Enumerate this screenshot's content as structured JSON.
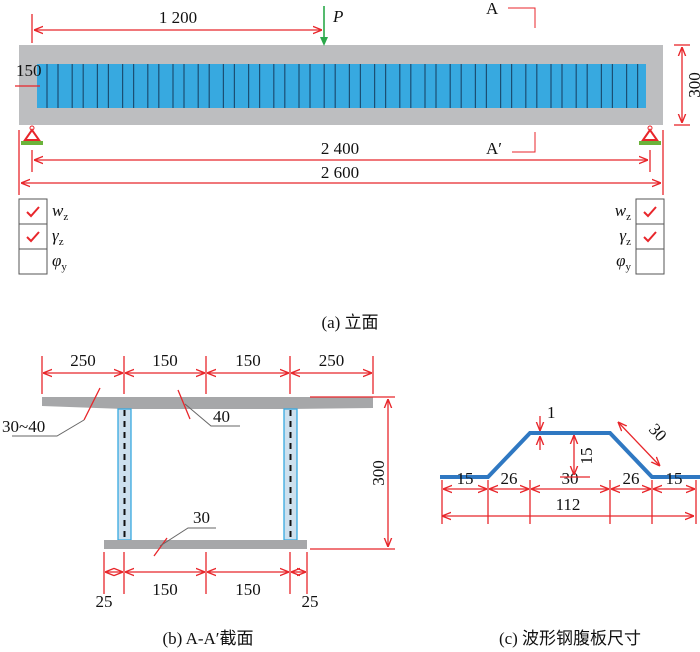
{
  "elevation": {
    "dims": {
      "load_pos": "1 200",
      "span": "2 400",
      "total": "2 600",
      "end": "150",
      "height": "300"
    },
    "load": "P",
    "section_top": "A",
    "section_bottom": "A′",
    "left_checks": [
      {
        "label": "w",
        "sub": "z",
        "checked": true
      },
      {
        "label": "γ",
        "sub": "z",
        "checked": true
      },
      {
        "label": "φ",
        "sub": "y",
        "checked": false
      }
    ],
    "right_checks": [
      {
        "label": "w",
        "sub": "z",
        "checked": true
      },
      {
        "label": "γ",
        "sub": "z",
        "checked": true
      },
      {
        "label": "φ",
        "sub": "y",
        "checked": false
      }
    ],
    "caption": "(a)  立面"
  },
  "section": {
    "top_dims": [
      "250",
      "150",
      "150",
      "250"
    ],
    "bottom_dims": [
      "25",
      "150",
      "150",
      "25"
    ],
    "height": "300",
    "flange_thick": "30~40",
    "top_thick": "40",
    "bottom_thick": "30",
    "caption": "(b)  A-A′截面"
  },
  "web": {
    "dims": [
      "15",
      "26",
      "30",
      "26",
      "15"
    ],
    "total": "112",
    "amp": "15",
    "thick": "1",
    "incline": "30",
    "caption": "(c)  波形钢腹板尺寸"
  },
  "colors": {
    "concrete": "#bdbec0",
    "steel": "#37a9e0",
    "dim": "#e8262b",
    "load": "#2aa84a"
  }
}
